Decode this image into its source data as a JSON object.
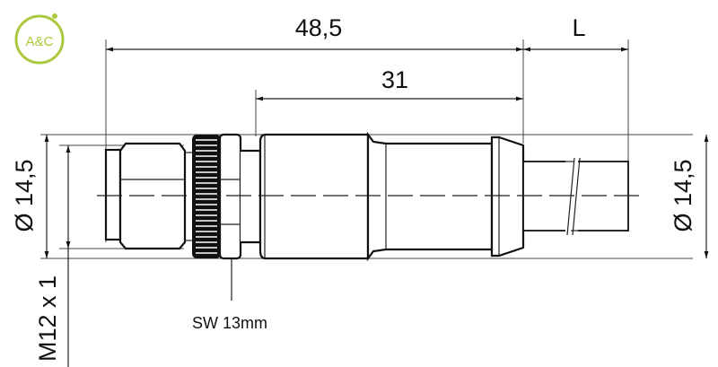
{
  "logo": {
    "text": "A&C",
    "color": "#a9c83a"
  },
  "dimensions": {
    "overall_length": "48,5",
    "cable_length": "L",
    "body_length": "31",
    "diameter_left": "Ø 14,5",
    "diameter_right": "Ø 14,5",
    "thread": "M12 x 1",
    "wrench_size": "SW 13mm"
  }
}
